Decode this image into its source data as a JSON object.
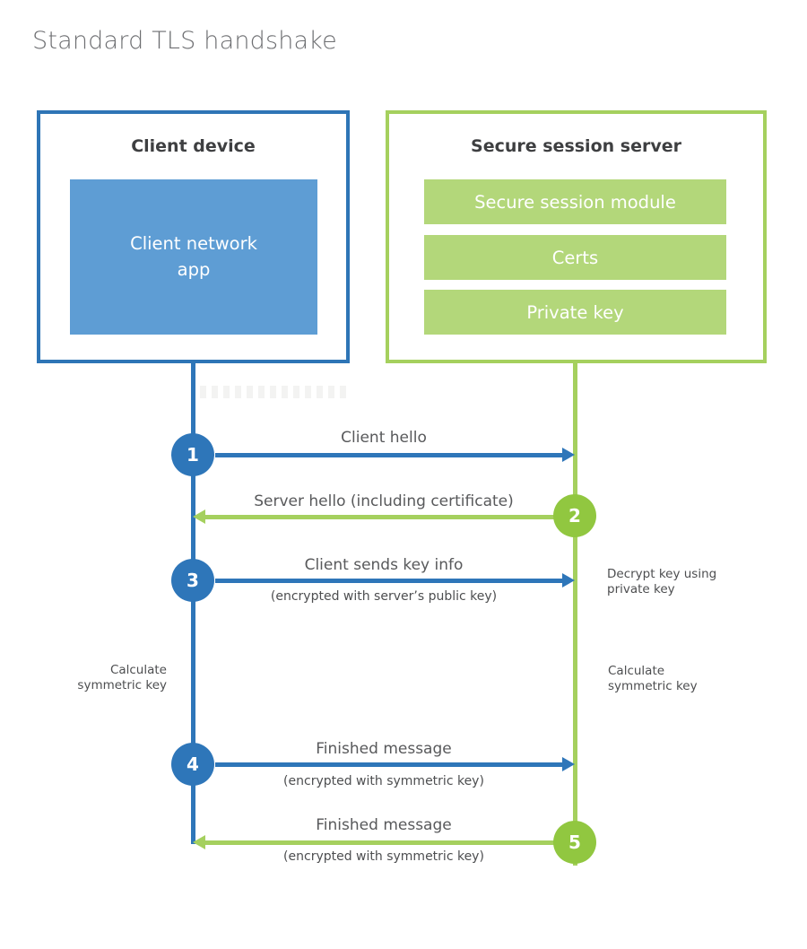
{
  "page": {
    "title": "Standard TLS handshake"
  },
  "client": {
    "title": "Client device",
    "app_label": "Client network\napp"
  },
  "server": {
    "title": "Secure session server",
    "modules": [
      "Secure session module",
      "Certs",
      "Private key"
    ]
  },
  "steps": [
    {
      "number": "1",
      "actor": "client",
      "direction": "right",
      "label": "Client hello",
      "sublabel": ""
    },
    {
      "number": "2",
      "actor": "server",
      "direction": "left",
      "label": "Server hello (including certificate)",
      "sublabel": ""
    },
    {
      "number": "3",
      "actor": "client",
      "direction": "right",
      "label": "Client sends key info",
      "sublabel": "(encrypted with server’s public key)"
    },
    {
      "number": "4",
      "actor": "client",
      "direction": "right",
      "label": "Finished message",
      "sublabel": "(encrypted with symmetric key)"
    },
    {
      "number": "5",
      "actor": "server",
      "direction": "left",
      "label": "Finished message",
      "sublabel": "(encrypted with symmetric key)"
    }
  ],
  "annotations": {
    "decrypt_key": "Decrypt key using\nprivate key",
    "calculate_left": "Calculate\nsymmetric key",
    "calculate_right": "Calculate\nsymmetric key"
  },
  "colors": {
    "client_accent": "#2e76b9",
    "client_fill": "#5e9dd4",
    "server_accent": "#a5d05e",
    "server_bar_fill": "#b3d77a",
    "server_circle_fill": "#91c740",
    "title_text": "#6d6e71",
    "label_text": "#58595b"
  }
}
